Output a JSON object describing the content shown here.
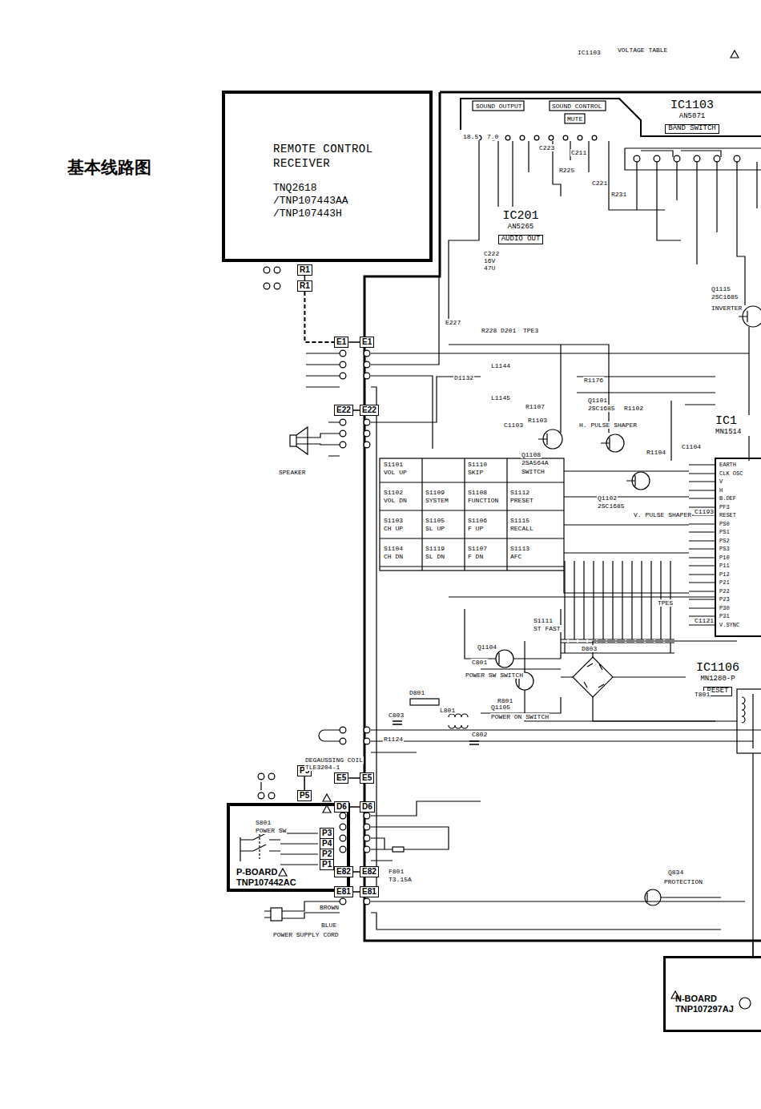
{
  "diagram": {
    "title": "基本线路图",
    "nodes": [
      {
        "text": [
          "REMOTE CONTROL RECEIVER",
          "TNQ2618 /TNP107443AA /TNP107443H"
        ]
      },
      {
        "text": [
          "P-BOARD",
          "TNP107442AC"
        ]
      },
      {
        "text": [
          "N-BOARD",
          "TNP107297AJ"
        ]
      },
      {
        "text": [
          "IC1103",
          "AN5071",
          "BAND SWITCH"
        ]
      },
      {
        "text": [
          "IC201",
          "AN5265",
          "AUDIO OUT"
        ]
      },
      {
        "text": [
          "IC1",
          "MN1514"
        ]
      },
      {
        "text": [
          "IC1106",
          "MN1280-P",
          "RESET"
        ]
      },
      {
        "text": [
          "R1"
        ]
      },
      {
        "text": [
          "R1"
        ]
      },
      {
        "text": [
          "E1"
        ]
      },
      {
        "text": [
          "E1"
        ]
      },
      {
        "text": [
          "E22"
        ]
      },
      {
        "text": [
          "E22"
        ]
      },
      {
        "text": [
          "P5"
        ]
      },
      {
        "text": [
          "P5"
        ]
      },
      {
        "text": [
          "E5"
        ]
      },
      {
        "text": [
          "E5"
        ]
      },
      {
        "text": [
          "D6"
        ]
      },
      {
        "text": [
          "D6"
        ]
      },
      {
        "text": [
          "E82"
        ]
      },
      {
        "text": [
          "E82"
        ]
      },
      {
        "text": [
          "E81"
        ]
      },
      {
        "text": [
          "E81"
        ]
      },
      {
        "text": [
          "P3"
        ],
        "in": 1
      },
      {
        "text": [
          "P4"
        ],
        "in": 1
      },
      {
        "text": [
          "P2"
        ],
        "in": 1
      },
      {
        "text": [
          "P1"
        ],
        "in": 1
      }
    ],
    "edges": [
      {
        "from": 8,
        "to": 9,
        "arrow": "none"
      },
      {
        "from": 7,
        "to": 8,
        "arrow": "none"
      },
      {
        "from": 9,
        "to": 10,
        "arrow": "none"
      },
      {
        "from": 11,
        "to": 12,
        "arrow": "none"
      },
      {
        "from": 13,
        "to": 14,
        "arrow": "none"
      },
      {
        "from": 15,
        "to": 16,
        "arrow": "none"
      },
      {
        "from": 17,
        "to": 18,
        "arrow": "none"
      },
      {
        "from": 19,
        "to": 20,
        "arrow": "none"
      },
      {
        "from": 21,
        "to": 22,
        "arrow": "none"
      }
    ],
    "labels": [
      "IC1103",
      "VOLTAGE TABLE",
      "SOUND OUTPUT",
      "SOUND CONTROL",
      "MUTE",
      "18.5",
      "7.0",
      "C223",
      "C211",
      "R225",
      "C221",
      "R231",
      "C222",
      "16V",
      "47U",
      "E227",
      "R228",
      "D201",
      "TPE3",
      "D1132",
      "L1144",
      "L1145",
      "R1107",
      "C1103",
      "R1103",
      "Q1108",
      "2SA564A",
      "SWITCH",
      "Q1101",
      "2SC1685",
      "H. PULSE SHAPER",
      "R1102",
      "R1104",
      "Q1102",
      "2SC1685",
      "V. PULSE SHAPER",
      "Q1115",
      "2SC1685",
      "INVERTER",
      "R1176",
      "C1104",
      "C1193",
      "C1121",
      "EARTH",
      "CLK OSC",
      "V",
      "H",
      "B.DEF",
      "PF3",
      "RESET",
      "PS0",
      "PS1",
      "PS2",
      "PS3",
      "P10",
      "P11",
      "P12",
      "P21",
      "P22",
      "P23",
      "P30",
      "P31",
      "V.SYNC",
      "S1101",
      "VOL UP",
      "S1110",
      "SKIP",
      "S1102",
      "VOL DN",
      "S1109",
      "SYSTEM",
      "S1108",
      "FUNCTION",
      "S1112",
      "PRESET",
      "S1103",
      "CH UP",
      "S1105",
      "SL UP",
      "S1106",
      "F UP",
      "S1115",
      "RECALL",
      "S1104",
      "CH DN",
      "S1119",
      "SL DN",
      "S1107",
      "F DN",
      "S1113",
      "AFC",
      "S1111",
      "ST FAST",
      "Q1104",
      "POWER SW SWITCH",
      "Q1105",
      "POWER ON SWITCH",
      "R1124",
      "DEGAUSSING COIL",
      "TLE3204-1",
      "D801",
      "C801",
      "L801",
      "R801",
      "C802",
      "C803",
      "D803",
      "T801",
      "F801",
      "T3.15A",
      "Q834",
      "PROTECTION",
      "SPEAKER",
      "POWER SUPPLY CORD",
      "BROWN",
      "BLUE",
      "S801",
      "POWER SW",
      "TPE5"
    ]
  }
}
